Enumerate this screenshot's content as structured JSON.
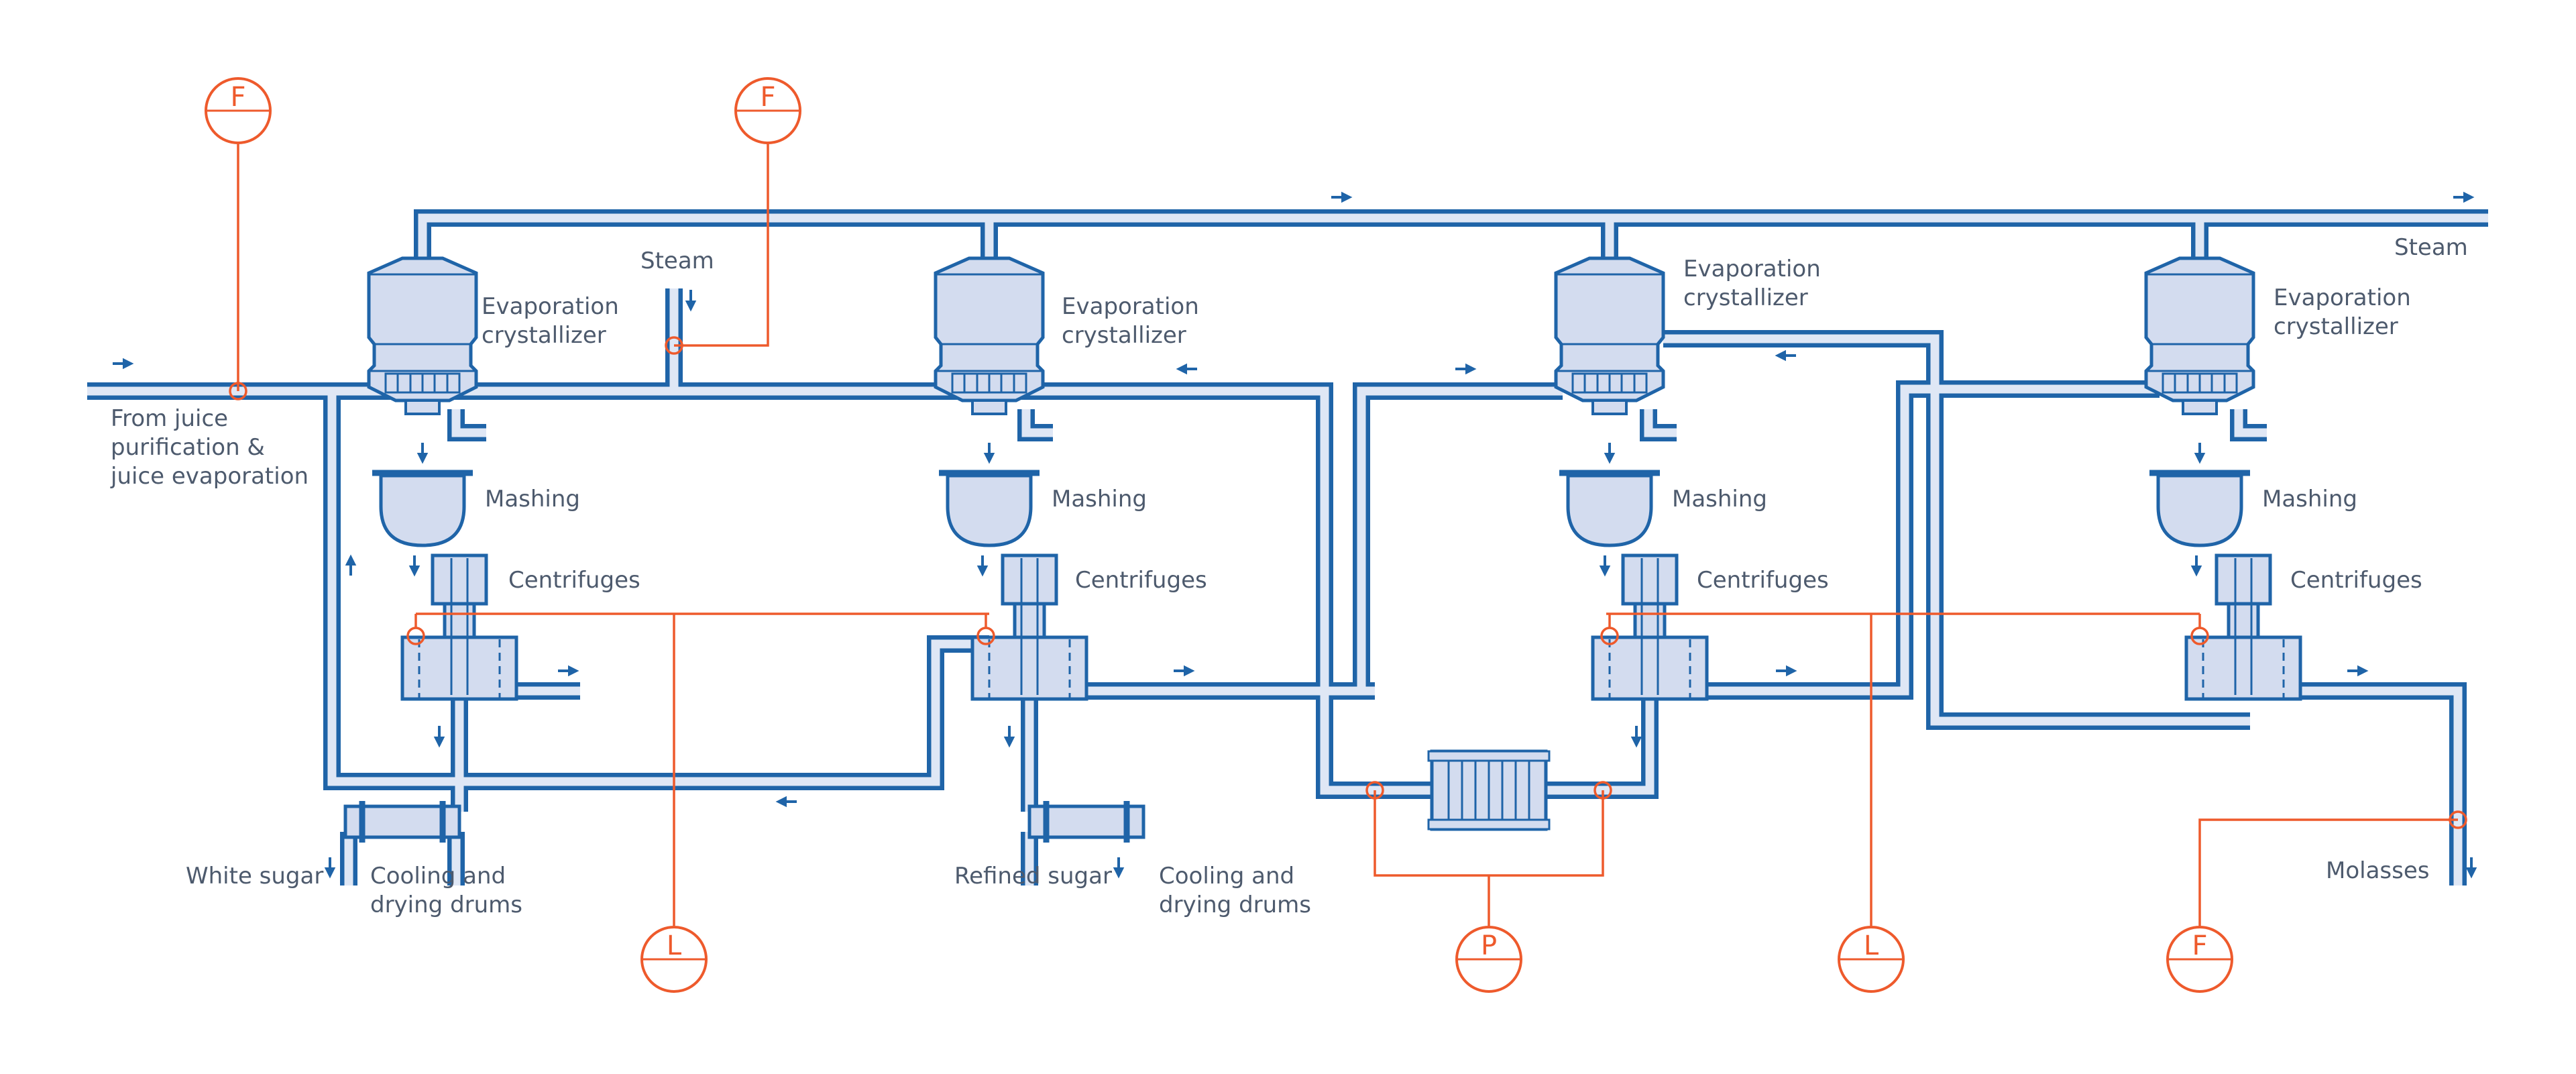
{
  "colors": {
    "pipe": "#1f64a8",
    "pipe_fill": "#dfe7f5",
    "equipment_fill": "#d3dcef",
    "instrument": "#ee5a2c",
    "label": "#4d5a6d"
  },
  "labels": {
    "from_juice_1": "From juice",
    "from_juice_2": "purification &",
    "from_juice_3": "juice evaporation",
    "steam": "Steam",
    "steam_right": "Steam",
    "evap_line1": "Evaporation",
    "evap_line2": "crystallizer",
    "mashing": "Mashing",
    "centrifuges": "Centrifuges",
    "white_sugar": "White sugar",
    "refined_sugar": "Refined sugar",
    "cooling_line1": "Cooling and",
    "cooling_line2": "drying drums",
    "molasses": "Molasses"
  },
  "instruments": {
    "flow": "F",
    "level": "L",
    "pressure": "P"
  }
}
